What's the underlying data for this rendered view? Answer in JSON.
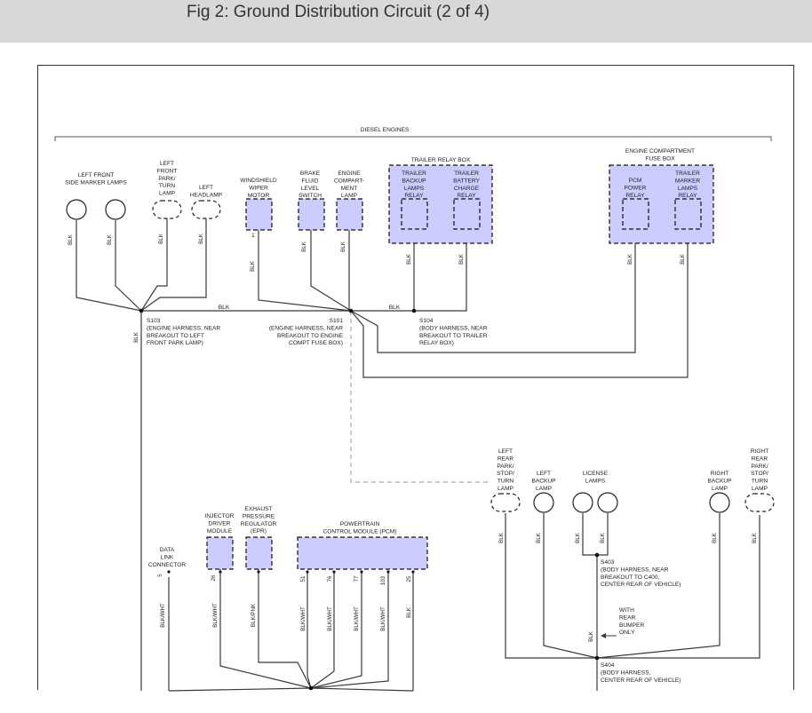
{
  "title": "Fig 2: Ground Distribution Circuit (2 of 4)",
  "colors": {
    "component_fill": "#ccccff",
    "wire": "#3a3a3a",
    "header_bg": "#d8d8d8"
  },
  "labels": {
    "diesel_engines": "DIESEL ENGINES",
    "left_front_side_marker": [
      "LEFT FRONT",
      "SIDE MARKER LAMPS"
    ],
    "left_front_park_turn": [
      "LEFT",
      "FRONT",
      "PARK/",
      "TURN",
      "LAMP"
    ],
    "left_headlamp": [
      "LEFT",
      "HEADLAMP"
    ],
    "windshield_wiper": [
      "WINDSHIELD",
      "WIPER",
      "MOTOR"
    ],
    "brake_fluid": [
      "BRAKE",
      "FLUID",
      "LEVEL",
      "SWITCH"
    ],
    "engine_compartment_lamp": [
      "ENGINE",
      "COMPART-",
      "MENT",
      "LAMP"
    ],
    "trailer_relay_box": "TRAILER RELAY BOX",
    "trailer_backup_relay": [
      "TRAILER",
      "BACKUP",
      "LAMPS",
      "RELAY"
    ],
    "trailer_battery_relay": [
      "TRAILER",
      "BATTERY",
      "CHARGE",
      "RELAY"
    ],
    "engine_fuse_box": [
      "ENGINE COMPARTMENT",
      "FUSE BOX"
    ],
    "pcm_power_relay": [
      "PCM",
      "POWER",
      "RELAY"
    ],
    "trailer_marker_relay": [
      "TRAILER",
      "MARKER",
      "LAMPS",
      "RELAY"
    ],
    "s103": [
      "S103",
      "(ENGINE HARNESS, NEAR",
      "BREAKOUT TO LEFT",
      "FRONT PARK LAMP)"
    ],
    "s101": [
      "S101",
      "(ENGINE HARNESS, NEAR",
      "BREAKOUT TO ENGINE",
      "COMPT FUSE BOX)"
    ],
    "s104": [
      "S104",
      "(BODY HARNESS, NEAR",
      "BREAKOUT TO TRAILER",
      "RELAY BOX)"
    ],
    "left_rear_stop_turn": [
      "LEFT",
      "REAR",
      "PARK/",
      "STOP/",
      "TURN",
      "LAMP"
    ],
    "left_backup_lamp": [
      "LEFT",
      "BACKUP",
      "LAMP"
    ],
    "license_lamps": [
      "LICENSE",
      "LAMPS"
    ],
    "right_backup_lamp": [
      "RIGHT",
      "BACKUP",
      "LAMP"
    ],
    "right_rear_stop_turn": [
      "RIGHT",
      "REAR",
      "PARK/",
      "STOP/",
      "TURN",
      "LAMP"
    ],
    "s403": [
      "S403",
      "(BODY HARNESS, NEAR",
      "BREAKOUT TO C400,",
      "CENTER REAR OF VEHICLE)"
    ],
    "s404": [
      "S404",
      "(BODY HARNESS,",
      "CENTER REAR OF VEHICLE)"
    ],
    "with_rear_bumper": [
      "WITH",
      "REAR",
      "BUMPER",
      "ONLY"
    ],
    "data_link_connector": [
      "DATA",
      "LINK",
      "CONNECTOR"
    ],
    "injector_driver": [
      "INJECTOR",
      "DRIVER",
      "MODULE"
    ],
    "exhaust_pressure_regulator": [
      "EXHAUST",
      "PRESSURE",
      "REGULATOR",
      "(EPR)"
    ],
    "pcm": [
      "POWERTRAIN",
      "CONTROL MODULE (PCM)"
    ]
  },
  "wire_colors": {
    "blk": "BLK",
    "blk_wht": "BLK/WHT",
    "blk_pnk": "BLK/PNK"
  },
  "pins": {
    "wiper": "1",
    "dlc": "5",
    "idm": "26",
    "pcm_51": "51",
    "pcm_76": "76",
    "pcm_77": "77",
    "pcm_103": "103",
    "pcm_25": "25"
  }
}
